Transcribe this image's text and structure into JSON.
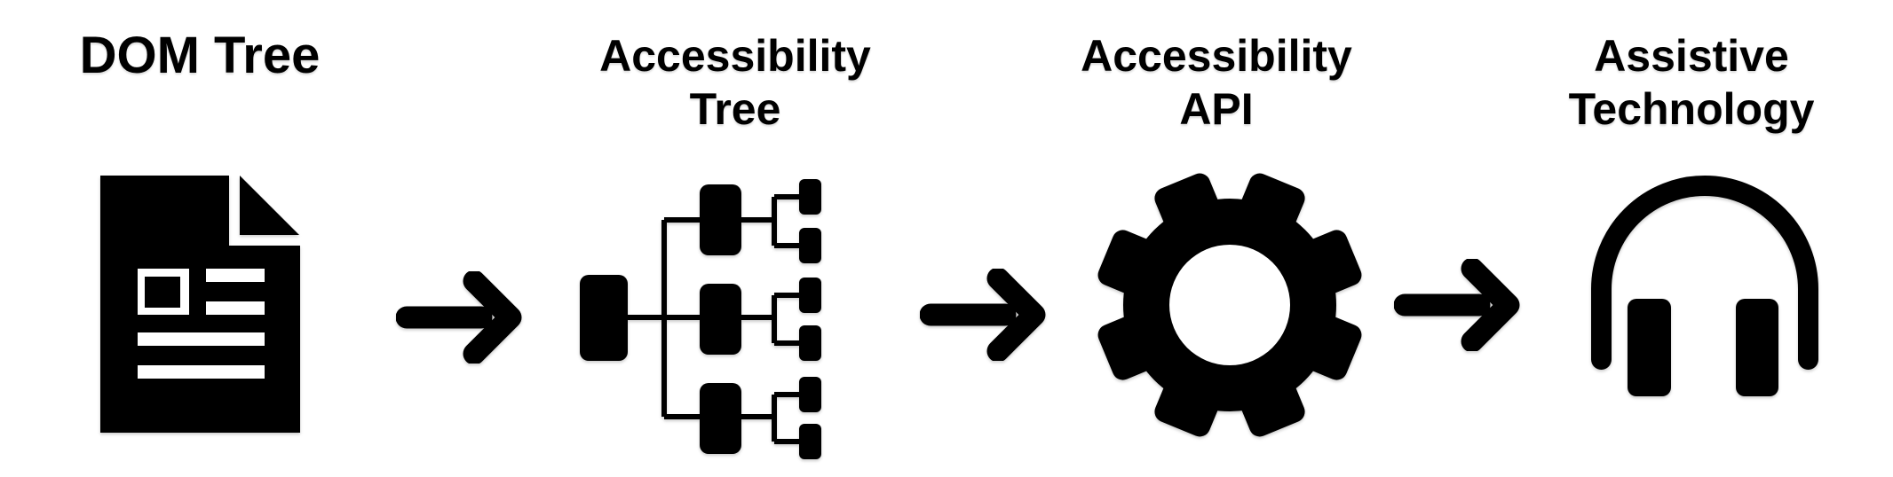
{
  "colors": {
    "background": "#ffffff",
    "ink": "#000000"
  },
  "stages": [
    {
      "name": "dom-tree",
      "icon": "document-icon",
      "lines": [
        "DOM Tree"
      ]
    },
    {
      "name": "accessibility-tree",
      "icon": "tree-icon",
      "lines": [
        "Accessibility",
        "Tree"
      ]
    },
    {
      "name": "accessibility-api",
      "icon": "gear-icon",
      "lines": [
        "Accessibility",
        "API"
      ]
    },
    {
      "name": "assistive-technology",
      "icon": "headphones-icon",
      "lines": [
        "Assistive",
        "Technology"
      ]
    }
  ],
  "arrows": [
    {
      "icon": "right-arrow-icon",
      "direction": "right"
    },
    {
      "icon": "right-arrow-icon",
      "direction": "right"
    },
    {
      "icon": "right-arrow-icon",
      "direction": "right"
    }
  ]
}
